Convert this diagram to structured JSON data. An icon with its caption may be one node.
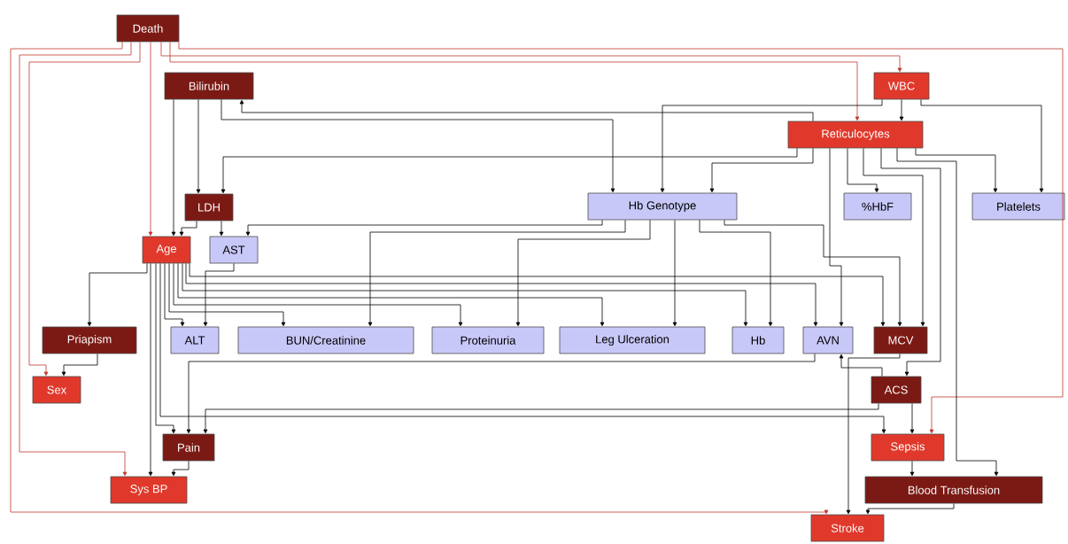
{
  "diagram": {
    "nodes": [
      {
        "text": [
          "Death"
        ]
      },
      {
        "text": [
          "Bilirubin"
        ]
      },
      {
        "text": [
          "WBC"
        ]
      },
      {
        "text": [
          "Reticulocytes"
        ]
      },
      {
        "text": [
          "LDH"
        ]
      },
      {
        "text": [
          "Hb Genotype"
        ]
      },
      {
        "text": [
          "%HbF"
        ]
      },
      {
        "text": [
          "Platelets"
        ]
      },
      {
        "text": [
          "Age"
        ]
      },
      {
        "text": [
          "AST"
        ]
      },
      {
        "text": [
          "Priapism"
        ]
      },
      {
        "text": [
          "ALT"
        ]
      },
      {
        "text": [
          "BUN/Creatinine"
        ]
      },
      {
        "text": [
          "Proteinuria"
        ]
      },
      {
        "text": [
          "Leg Ulceration"
        ]
      },
      {
        "text": [
          "Hb"
        ]
      },
      {
        "text": [
          "AVN"
        ]
      },
      {
        "text": [
          "MCV"
        ]
      },
      {
        "text": [
          "Sex"
        ]
      },
      {
        "text": [
          "ACS"
        ]
      },
      {
        "text": [
          "Pain"
        ]
      },
      {
        "text": [
          "Sepsis"
        ]
      },
      {
        "text": [
          "Sys BP"
        ]
      },
      {
        "text": [
          "Blood Transfusion"
        ]
      },
      {
        "text": [
          "Stroke"
        ]
      }
    ],
    "edges": [
      {
        "from": 0,
        "to": 24,
        "arrow": "to",
        "color": "#c0392b"
      },
      {
        "from": 0,
        "to": 22,
        "arrow": "to",
        "color": "#c0392b"
      },
      {
        "from": 0,
        "to": 18,
        "arrow": "to",
        "color": "#c0392b"
      },
      {
        "from": 0,
        "to": 8,
        "arrow": "to",
        "color": "#c0392b"
      },
      {
        "from": 0,
        "to": 2,
        "arrow": "to",
        "color": "#c0392b"
      },
      {
        "from": 0,
        "to": 3,
        "arrow": "to",
        "color": "#c0392b"
      },
      {
        "from": 0,
        "to": 21,
        "arrow": "to",
        "color": "#c0392b"
      },
      {
        "from": 1,
        "to": 8,
        "arrow": "to"
      },
      {
        "from": 1,
        "to": 4,
        "arrow": "to"
      },
      {
        "from": 1,
        "to": 5,
        "arrow": "to"
      },
      {
        "from": 3,
        "to": 1,
        "arrow": "to"
      },
      {
        "from": 3,
        "to": 4,
        "arrow": "to"
      },
      {
        "from": 3,
        "to": 5,
        "arrow": "to"
      },
      {
        "from": 2,
        "to": 5,
        "arrow": "to"
      },
      {
        "from": 2,
        "to": 3,
        "arrow": "to"
      },
      {
        "from": 2,
        "to": 7,
        "arrow": "to"
      },
      {
        "from": 3,
        "to": 6,
        "arrow": "to"
      },
      {
        "from": 3,
        "to": 7,
        "arrow": "to"
      },
      {
        "from": 3,
        "to": 16,
        "arrow": "to"
      },
      {
        "from": 3,
        "to": 17,
        "arrow": "to"
      },
      {
        "from": 3,
        "to": 19,
        "arrow": "to"
      },
      {
        "from": 3,
        "to": 23,
        "arrow": "to"
      },
      {
        "from": 5,
        "to": 9,
        "arrow": "to"
      },
      {
        "from": 5,
        "to": 12,
        "arrow": "to"
      },
      {
        "from": 5,
        "to": 13,
        "arrow": "to"
      },
      {
        "from": 5,
        "to": 14,
        "arrow": "to"
      },
      {
        "from": 5,
        "to": 15,
        "arrow": "to"
      },
      {
        "from": 5,
        "to": 17,
        "arrow": "to"
      },
      {
        "from": 4,
        "to": 8,
        "arrow": "to"
      },
      {
        "from": 4,
        "to": 9,
        "arrow": "to"
      },
      {
        "from": 9,
        "to": 11,
        "arrow": "to"
      },
      {
        "from": 8,
        "to": 10,
        "arrow": "to"
      },
      {
        "from": 8,
        "to": 22,
        "arrow": "to"
      },
      {
        "from": 8,
        "to": 20,
        "arrow": "to"
      },
      {
        "from": 8,
        "to": 21,
        "arrow": "to"
      },
      {
        "from": 8,
        "to": 11,
        "arrow": "to"
      },
      {
        "from": 8,
        "to": 12,
        "arrow": "to"
      },
      {
        "from": 8,
        "to": 13,
        "arrow": "to"
      },
      {
        "from": 8,
        "to": 14,
        "arrow": "to"
      },
      {
        "from": 8,
        "to": 15,
        "arrow": "to"
      },
      {
        "from": 8,
        "to": 16,
        "arrow": "to"
      },
      {
        "from": 8,
        "to": 17,
        "arrow": "to"
      },
      {
        "from": 16,
        "to": 20,
        "arrow": "to"
      },
      {
        "from": 19,
        "to": 20,
        "arrow": "to"
      },
      {
        "from": 19,
        "to": 16,
        "arrow": "to"
      },
      {
        "from": 19,
        "to": 21,
        "arrow": "to"
      },
      {
        "from": 17,
        "to": 24,
        "arrow": "to"
      },
      {
        "from": 10,
        "to": 18,
        "arrow": "to"
      },
      {
        "from": 20,
        "to": 22,
        "arrow": "to"
      },
      {
        "from": 21,
        "to": 23,
        "arrow": "to"
      },
      {
        "from": 23,
        "to": 24,
        "arrow": "to"
      }
    ]
  }
}
